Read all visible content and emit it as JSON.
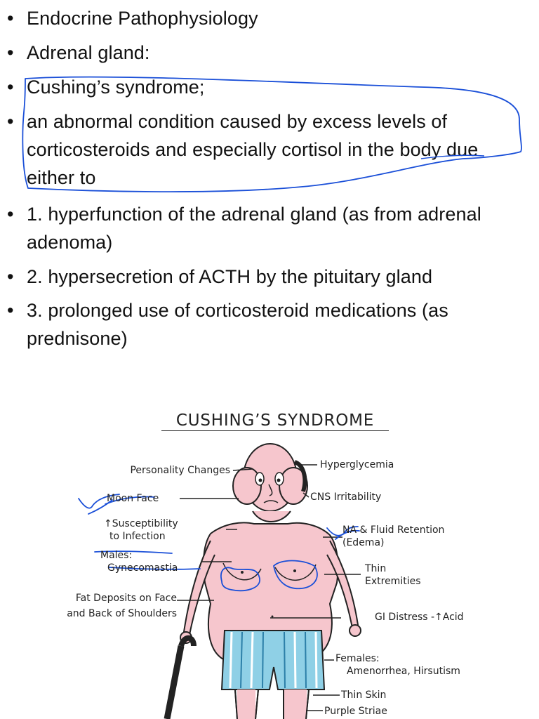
{
  "bullets": [
    "Endocrine Pathophysiology",
    "Adrenal gland:",
    "Cushing’s syndrome;",
    "an abnormal condition caused by excess levels of corticosteroids and especially cortisol in the body due either to",
    "1. hyperfunction of the adrenal gland (as from adrenal adenoma)",
    "2.  hypersecretion of ACTH by the pituitary gland",
    "3. prolonged use of corticosteroid medications (as prednisone)"
  ],
  "bullet_glyph": "•",
  "illustration": {
    "title": "CUSHING’S SYNDROME",
    "labels_left": {
      "personality": "Personality Changes",
      "moon_face": "Moon Face",
      "susceptibility_1": "↑Susceptibility",
      "susceptibility_2": "to Infection",
      "males_1": "Males:",
      "males_2": "Gynecomastia",
      "fat_1": "Fat Deposits on Face",
      "fat_2": "and Back of Shoulders"
    },
    "labels_right": {
      "hyperglycemia": "Hyperglycemia",
      "cns": "CNS Irritability",
      "na_1": "NA & Fluid Retention",
      "na_2": "(Edema)",
      "thin_1": "Thin",
      "thin_2": "Extremities",
      "gi": "GI Distress -↑Acid",
      "females_1": "Females:",
      "females_2": "Amenorrhea, Hirsutism",
      "thin_skin": "Thin Skin",
      "striae": "Purple Striae"
    }
  },
  "colors": {
    "annotation_ink": "#1a4fd8",
    "skin": "#f6c6cd",
    "shorts": "#8fd0e6"
  }
}
